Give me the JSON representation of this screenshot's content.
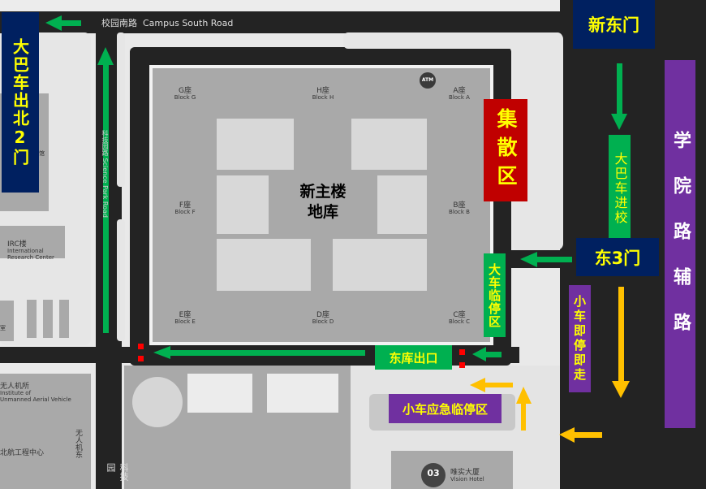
{
  "roads": {
    "campus_south_zh": "校园南路",
    "campus_south_en": "Campus South Road",
    "science_park": "科技园路 Science Park Road",
    "science_park_zh_bottom": "科技园"
  },
  "building": {
    "title_line1": "新主楼",
    "title_line2": "地库",
    "atm": "ATM"
  },
  "blocks": [
    {
      "zh": "G座",
      "en": "Block G"
    },
    {
      "zh": "H座",
      "en": "Block H"
    },
    {
      "zh": "A座",
      "en": "Block A"
    },
    {
      "zh": "F座",
      "en": "Block F"
    },
    {
      "zh": "B座",
      "en": "Block B"
    },
    {
      "zh": "E座",
      "en": "Block E"
    },
    {
      "zh": "D座",
      "en": "Block D"
    },
    {
      "zh": "C座",
      "en": "Block C"
    }
  ],
  "places": {
    "irc_zh": "IRC楼",
    "irc_en1": "International",
    "irc_en2": "Research Center",
    "uav_zh": "无人机所",
    "uav_en1": "Institute of",
    "uav_en2": "Unmanned Aerial Vehicle",
    "uav_east": "无人机东",
    "aero_center": "北航工程中心",
    "room": "室",
    "hall": "馆",
    "hotel_num": "03",
    "hotel_zh": "唯实大厦",
    "hotel_en": "Vision Hotel"
  },
  "signs": {
    "bus_exit_north2": "大巴车出北2门",
    "new_east_gate": "新东门",
    "xueyuan_aux_road": "学院路辅路",
    "gathering_area": "集散区",
    "bus_enter": "大巴车进校",
    "east3_gate": "东3门",
    "bus_temp_parking": "大车临停区",
    "car_drop_go": "小车即停即走",
    "east_garage_exit": "东库出口",
    "car_emergency_parking": "小车应急临停区"
  },
  "colors": {
    "navy": "#002060",
    "purple": "#7030a0",
    "green": "#00b050",
    "red": "#c00000",
    "yellow": "#ffff00",
    "arrow_green": "#00b050",
    "arrow_yellow": "#ffc000",
    "road": "#232323"
  }
}
